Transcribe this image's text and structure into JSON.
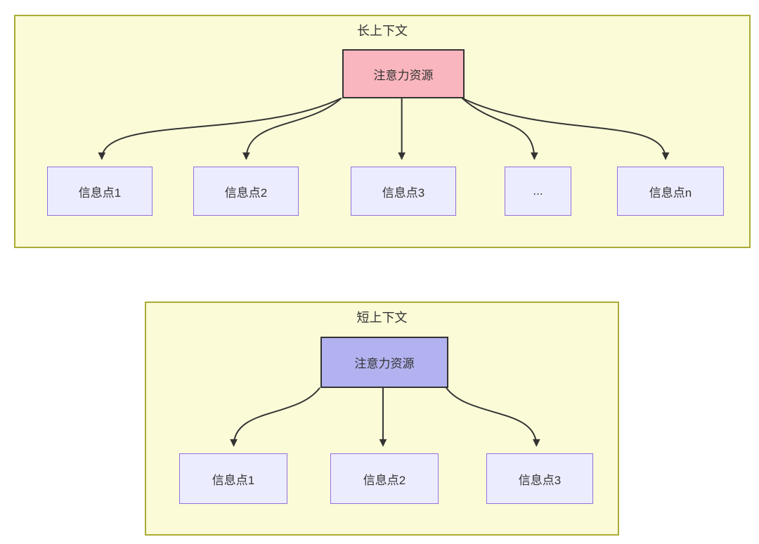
{
  "colors": {
    "page_background": "#ffffff",
    "panel_background": "#fbfbd8",
    "panel_border": "#abab34",
    "attention_long_fill": "#fab6be",
    "attention_short_fill": "#b2b2f0",
    "info_node_fill": "#ececff",
    "info_node_border": "#9370db",
    "line_color": "#333333",
    "text_color": "#333333"
  },
  "panels": [
    {
      "title": "长上下文",
      "attention_label": "注意力资源",
      "nodes": [
        {
          "label": "信息点1"
        },
        {
          "label": "信息点2"
        },
        {
          "label": "信息点3"
        },
        {
          "label": "..."
        },
        {
          "label": "信息点n"
        }
      ]
    },
    {
      "title": "短上下文",
      "attention_label": "注意力资源",
      "nodes": [
        {
          "label": "信息点1"
        },
        {
          "label": "信息点2"
        },
        {
          "label": "信息点3"
        }
      ]
    }
  ]
}
